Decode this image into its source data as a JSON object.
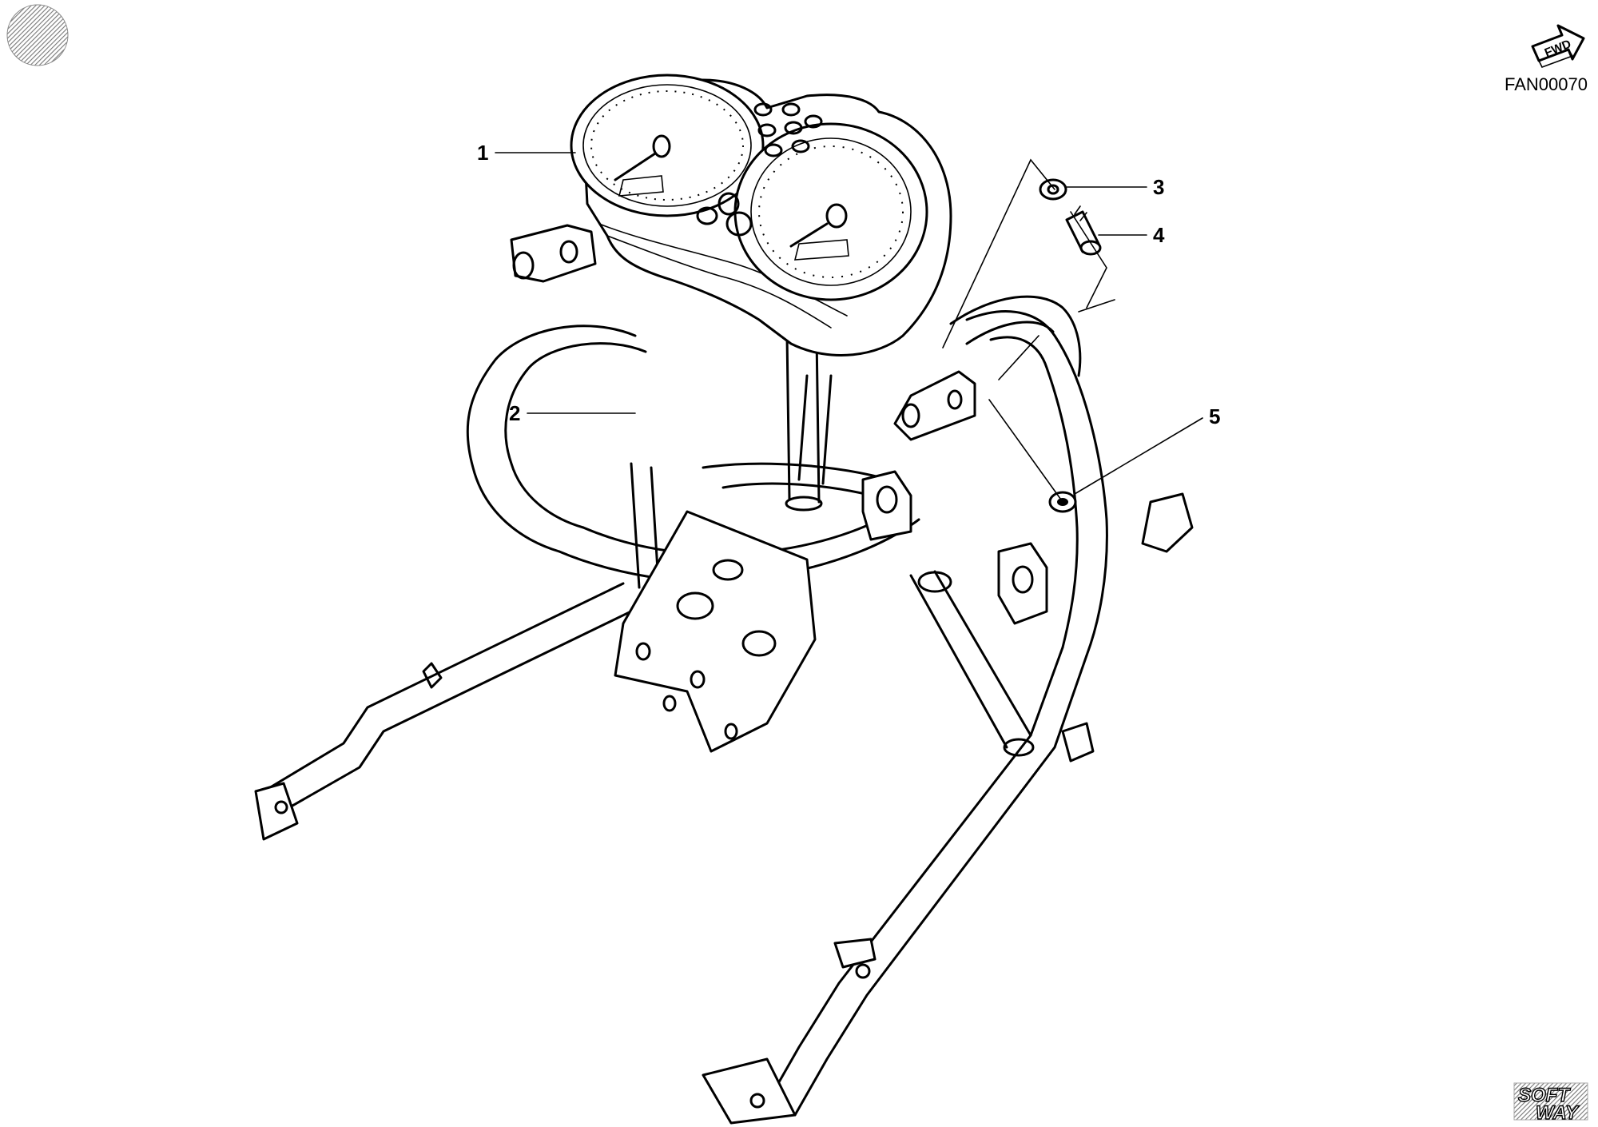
{
  "diagram": {
    "reference_code": "FAN00070",
    "direction_label": "FWD",
    "brand": {
      "line1": "SOFT",
      "line2": "WAY"
    },
    "callouts": [
      {
        "id": "1"
      },
      {
        "id": "2"
      },
      {
        "id": "3"
      },
      {
        "id": "4"
      },
      {
        "id": "5"
      }
    ]
  }
}
